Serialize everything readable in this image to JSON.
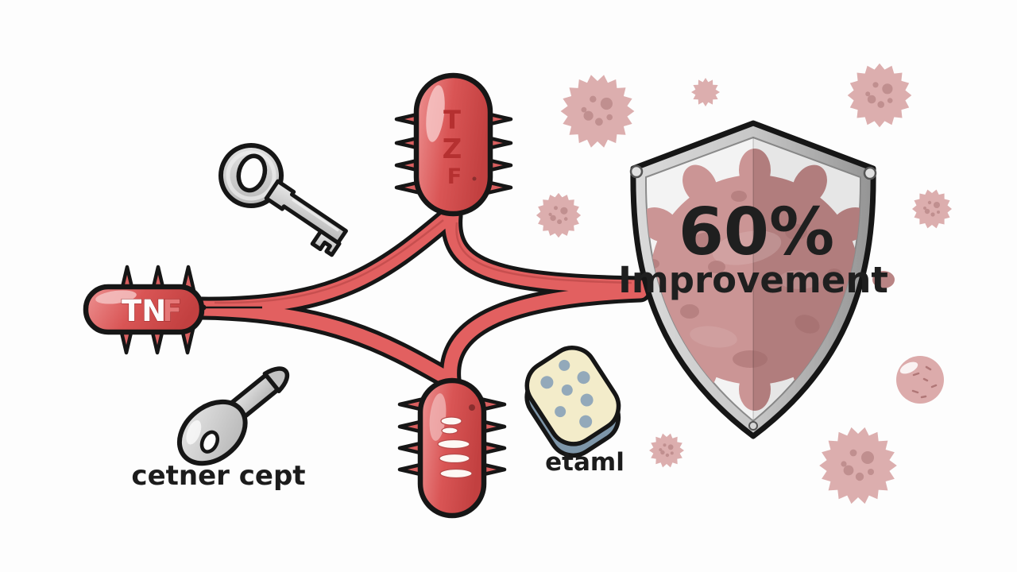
{
  "molecule": {
    "tnf_label_white": "TN",
    "tnf_label_red": "F",
    "receptor_letters": [
      "T",
      "Z",
      "F"
    ]
  },
  "labels": {
    "key_label": "cetner cept",
    "sponge_label": "etaml"
  },
  "shield": {
    "percent": "60%",
    "caption": "Improvement"
  },
  "colors": {
    "capsule_red": "#d95b5b",
    "capsule_dark_red": "#b53030",
    "tube_red": "#e26060",
    "outline": "#161616",
    "virus_pink": "#dcaeae",
    "virus_spot": "#c08f8f",
    "shield_face": "#f3f3f3",
    "shield_virus_left": "#cb9595",
    "shield_virus_right": "#bb8484",
    "sponge_cream": "#f3ecca",
    "sponge_blue": "#7e96a9",
    "key_gray": "#cccccc",
    "ink": "#1c1c1c"
  }
}
